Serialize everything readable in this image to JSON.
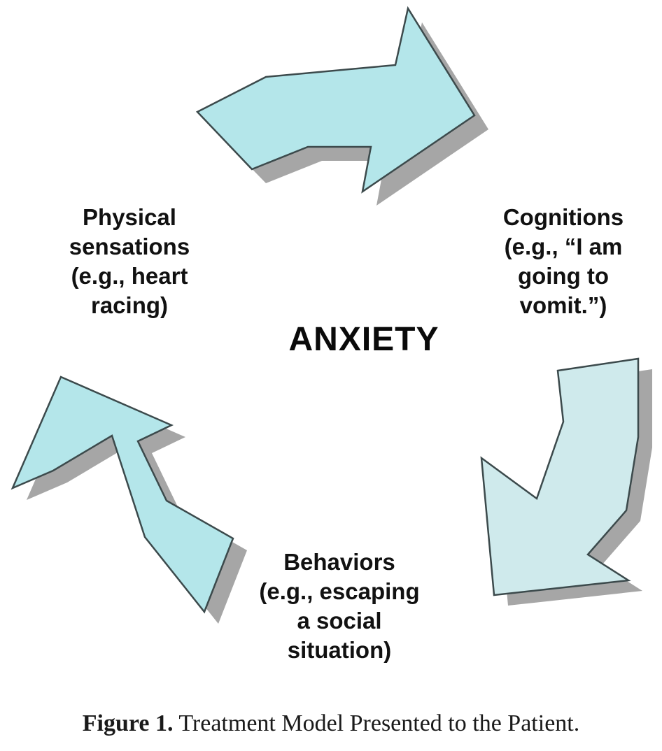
{
  "diagram": {
    "center": "ANXIETY",
    "nodes": {
      "physical": [
        "Physical",
        "sensations",
        "(e.g., heart",
        "racing)"
      ],
      "cognitions": [
        "Cognitions",
        "(e.g., “I am",
        "going to",
        "vomit.”)"
      ],
      "behaviors": [
        "Behaviors",
        "(e.g., escaping",
        "a social",
        "situation)"
      ]
    },
    "colors": {
      "arrow_fill": "#b4e6ea",
      "arrow_fill_light": "#cfeaec",
      "arrow_stroke": "#3c4a4c",
      "shadow": "#a6a6a6"
    }
  },
  "caption": {
    "label": "Figure 1.",
    "text": " Treatment Model Presented to the Patient."
  }
}
